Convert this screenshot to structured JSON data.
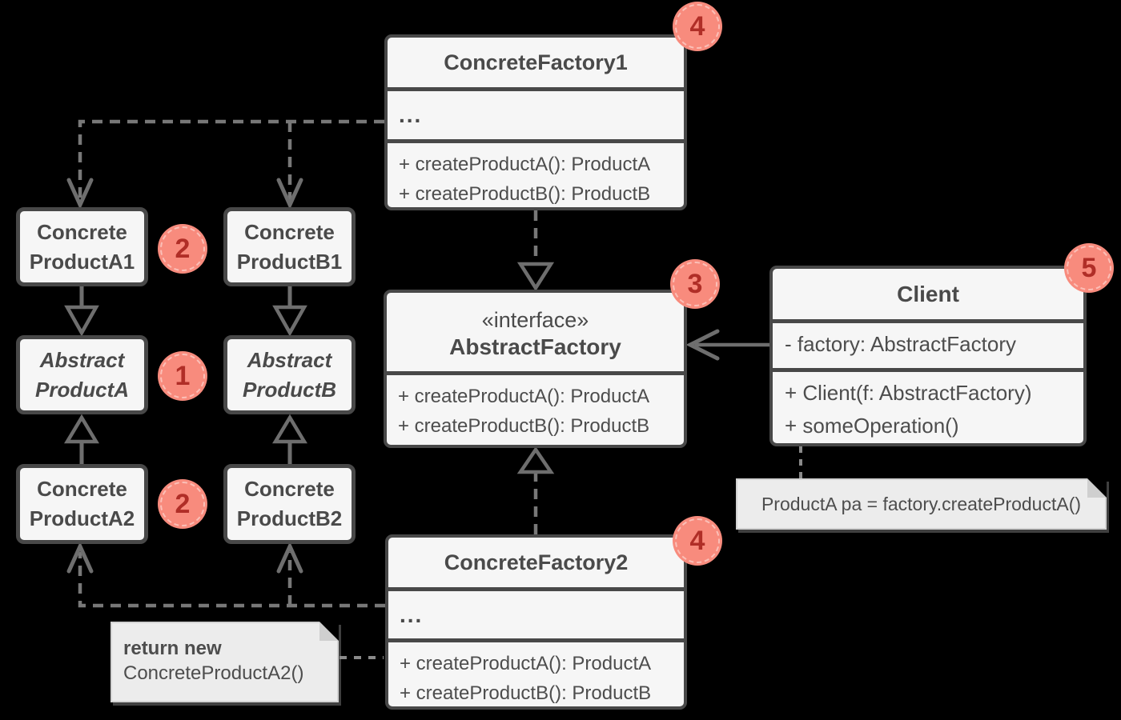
{
  "colors": {
    "background": "#000000",
    "box_fill": "#f6f6f6",
    "box_border": "#484848",
    "text": "#4d4d4d",
    "connector_line": "#6e6e6e",
    "badge_fill": "#f88b7d",
    "badge_number": "#b02e27",
    "note_fill": "#ececec"
  },
  "classes": {
    "concrete_factory_1": {
      "title": "ConcreteFactory1",
      "ellipsis": "...",
      "methods": [
        "+ createProductA(): ProductA",
        "+ createProductB(): ProductB"
      ]
    },
    "concrete_factory_2": {
      "title": "ConcreteFactory2",
      "ellipsis": "...",
      "methods": [
        "+ createProductA(): ProductA",
        "+ createProductB(): ProductB"
      ]
    },
    "abstract_factory": {
      "stereotype": "«interface»",
      "title": "AbstractFactory",
      "methods": [
        "+ createProductA(): ProductA",
        "+ createProductB(): ProductB"
      ]
    },
    "client": {
      "title": "Client",
      "attributes": [
        "- factory: AbstractFactory"
      ],
      "methods": [
        "+ Client(f: AbstractFactory)",
        "+ someOperation()"
      ]
    },
    "concrete_product_a1": {
      "lines": [
        "Concrete",
        "ProductA1"
      ]
    },
    "concrete_product_b1": {
      "lines": [
        "Concrete",
        "ProductB1"
      ]
    },
    "abstract_product_a": {
      "lines": [
        "Abstract",
        "ProductA"
      ]
    },
    "abstract_product_b": {
      "lines": [
        "Abstract",
        "ProductB"
      ]
    },
    "concrete_product_a2": {
      "lines": [
        "Concrete",
        "ProductA2"
      ]
    },
    "concrete_product_b2": {
      "lines": [
        "Concrete",
        "ProductB2"
      ]
    }
  },
  "badges": {
    "b1": "1",
    "b2_top": "2",
    "b2_bottom": "2",
    "b3": "3",
    "b4_top": "4",
    "b4_bottom": "4",
    "b5": "5"
  },
  "notes": {
    "client_code": "ProductA pa = factory.createProductA()",
    "factory_return": [
      "return new",
      "ConcreteProductA2()"
    ]
  }
}
